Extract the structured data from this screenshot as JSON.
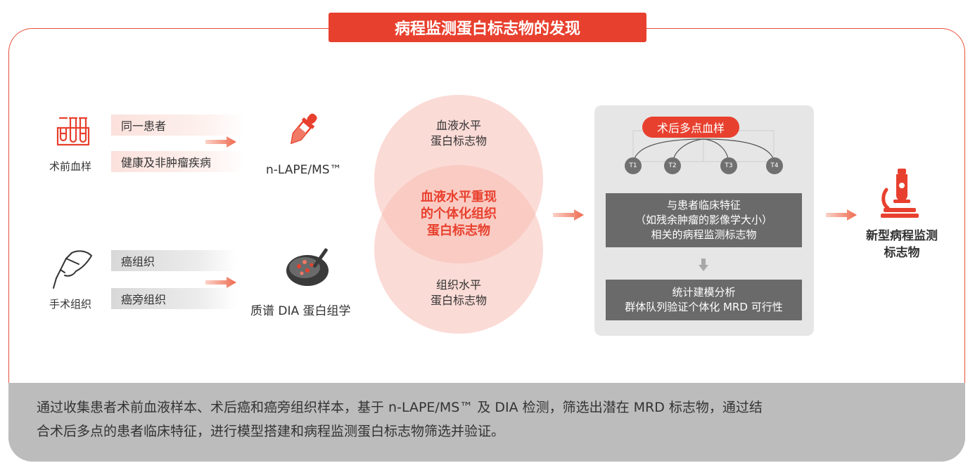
{
  "title": "病程监测蛋白标志物的发现",
  "blood": {
    "label": "术前血样",
    "box1": "同一患者",
    "box2": "健康及非肿瘤疾病",
    "method": "n-LAPE/MS™"
  },
  "tissue": {
    "label": "手术组织",
    "box1": "癌组织",
    "box2": "癌旁组织",
    "method": "质谱 DIA 蛋白组学"
  },
  "venn": {
    "top_line1": "血液水平",
    "top_line2": "蛋白标志物",
    "mid_line1": "血液水平重现",
    "mid_line2": "的个体化组织",
    "mid_line3": "蛋白标志物",
    "bottom_line1": "组织水平",
    "bottom_line2": "蛋白标志物"
  },
  "panel": {
    "sample_label": "术后多点血样",
    "timepoints": [
      "T1",
      "T2",
      "T3",
      "T4"
    ],
    "box1_line1": "与患者临床特征",
    "box1_line2": "（如残余肿瘤的影像学大小）",
    "box1_line3": "相关的病程监测标志物",
    "box2_line1": "统计建模分析",
    "box2_line2": "群体队列验证个体化 MRD 可行性"
  },
  "result": {
    "line1": "新型病程监测",
    "line2": "标志物"
  },
  "summary": {
    "line1": "通过收集患者术前血液样本、术后癌和癌旁组织样本，基于 n-LAPE/MS™ 及 DIA 检测，筛选出潜在 MRD 标志物，通过结",
    "line2": "合术后多点的患者临床特征，进行模型搭建和病程监测蛋白标志物筛选并验证。"
  },
  "colors": {
    "accent": "#e8402e",
    "dark_gray": "#6a6a6a",
    "venn": "#f7b9b0"
  },
  "icons": [
    "test-tubes-icon",
    "dropper-icon",
    "scalpel-hand-icon",
    "petri-dish-icon",
    "microscope-icon",
    "arrow-icon"
  ]
}
